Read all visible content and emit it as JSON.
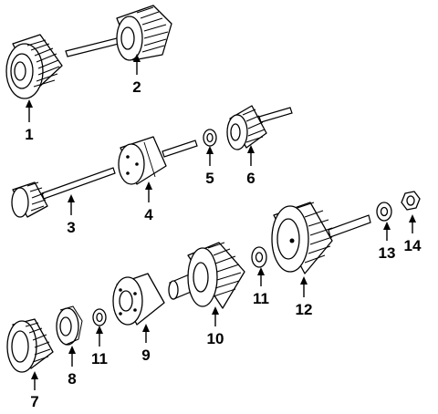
{
  "diagram": {
    "callouts": [
      {
        "id": "c1",
        "label": "1"
      },
      {
        "id": "c2",
        "label": "2"
      },
      {
        "id": "c3",
        "label": "3"
      },
      {
        "id": "c4",
        "label": "4"
      },
      {
        "id": "c5",
        "label": "5"
      },
      {
        "id": "c6",
        "label": "6"
      },
      {
        "id": "c7",
        "label": "7"
      },
      {
        "id": "c8",
        "label": "8"
      },
      {
        "id": "c9",
        "label": "9"
      },
      {
        "id": "c10",
        "label": "10"
      },
      {
        "id": "c11a",
        "label": "11"
      },
      {
        "id": "c11b",
        "label": "11"
      },
      {
        "id": "c12",
        "label": "12"
      },
      {
        "id": "c13",
        "label": "13"
      },
      {
        "id": "c14",
        "label": "14"
      }
    ]
  }
}
